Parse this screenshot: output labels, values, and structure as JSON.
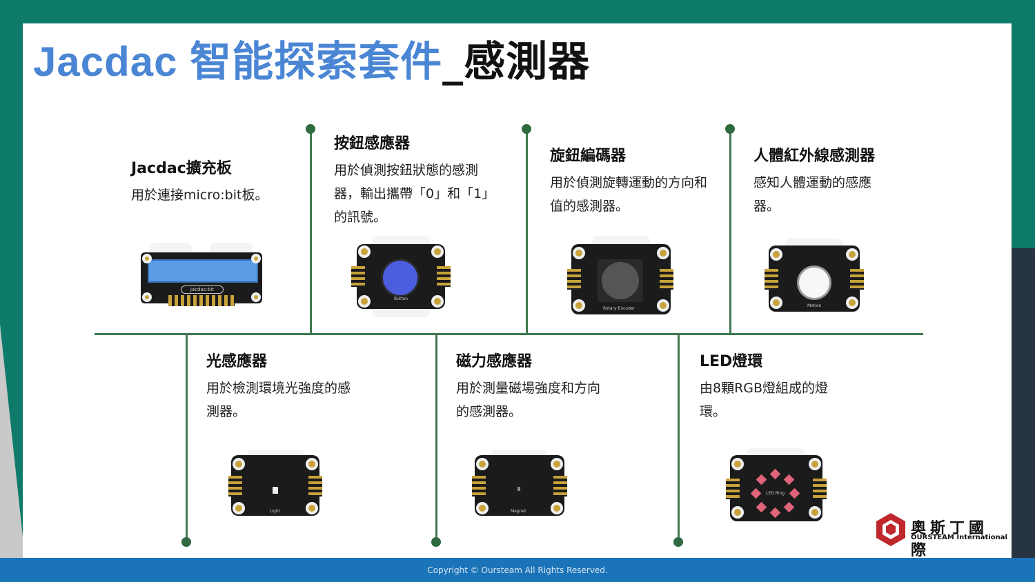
{
  "title": {
    "part1": "Jacdac 智能探索套件",
    "part2": "_感測器"
  },
  "footer": {
    "copyright": "Copyright © Oursteam All Rights Reserved."
  },
  "logo": {
    "name": "奧斯丁國際",
    "subtitle": "OURSTEAM International"
  },
  "cards": [
    {
      "title": "Jacdac擴充板",
      "desc": "用於連接micro:bit板。"
    },
    {
      "title": "按鈕感應器",
      "desc": "用於偵測按鈕狀態的感測器，輸出攜帶「0」和「1」的訊號。"
    },
    {
      "title": "旋鈕編碼器",
      "desc": "用於偵測旋轉運動的方向和值的感測器。"
    },
    {
      "title": "人體紅外線感測器",
      "desc": "感知人體運動的感應器。"
    },
    {
      "title": "光感應器",
      "desc": "用於檢測環境光強度的感測器。"
    },
    {
      "title": "磁力感應器",
      "desc": "用於測量磁場強度和方向的感測器。"
    },
    {
      "title": "LED燈環",
      "desc": "由8顆RGB燈組成的燈環。"
    }
  ],
  "board_labels": {
    "jacdac": "Jacdac:bit",
    "button": "Button",
    "rotary": "Rotary Encoder",
    "motion": "Motion",
    "light": "Light",
    "magnet": "Magnet",
    "led": "LED Ring"
  },
  "colors": {
    "teal": "#0e7a6a",
    "title_blue": "#4a86d4",
    "timeline_green": "#3f7a4f",
    "footer_blue": "#1b73b8"
  }
}
